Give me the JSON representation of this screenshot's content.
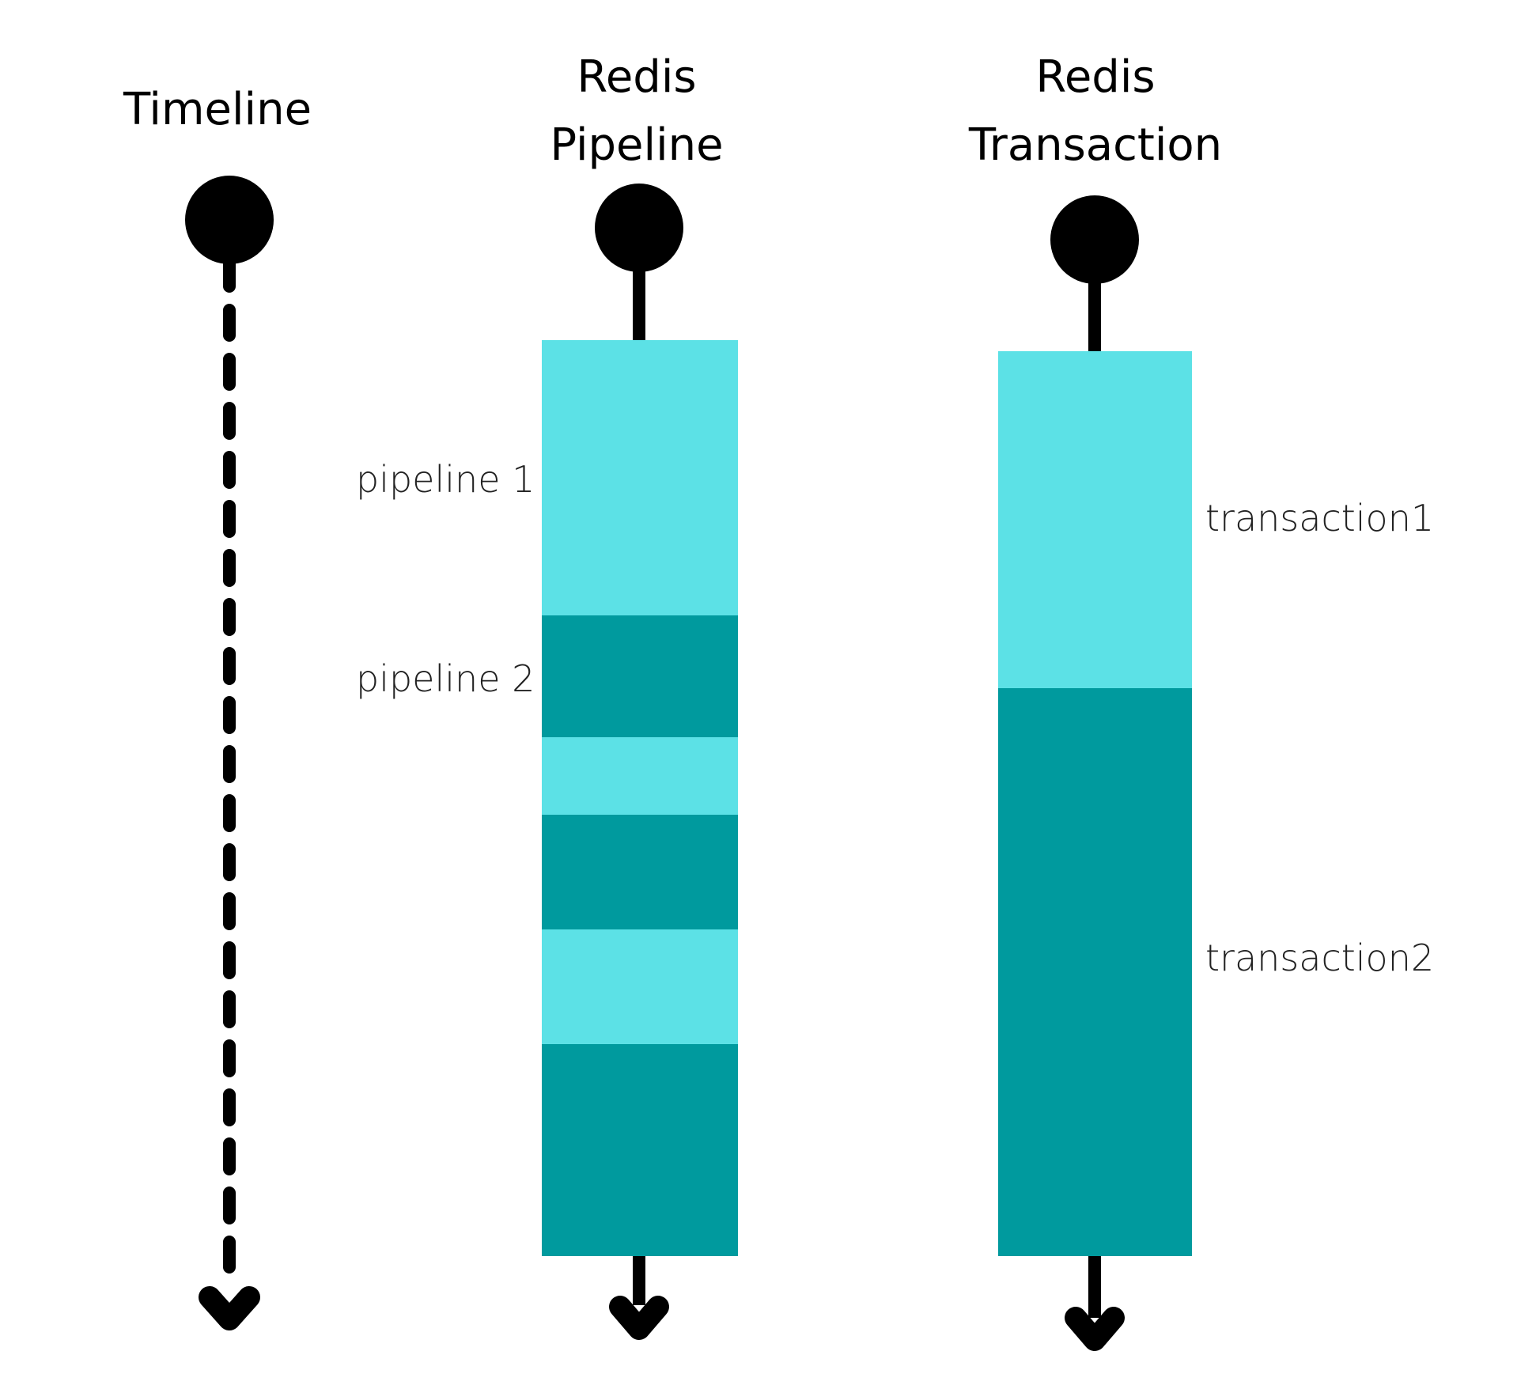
{
  "headings": {
    "timeline": "Timeline",
    "pipeline": {
      "line1": "Redis",
      "line2": "Pipeline"
    },
    "transaction": {
      "line1": "Redis",
      "line2": "Transaction"
    }
  },
  "labels": {
    "pipeline1": "pipeline 1",
    "pipeline2": "pipeline 2",
    "transaction1": "transaction1",
    "transaction2": "transaction2"
  },
  "colors": {
    "light": "#5ce1e6",
    "dark": "#009a9e",
    "line": "#000000"
  },
  "pipeline_segments": [
    "light",
    "dark",
    "light",
    "dark",
    "light",
    "dark"
  ],
  "transaction_segments": [
    "light",
    "dark"
  ]
}
